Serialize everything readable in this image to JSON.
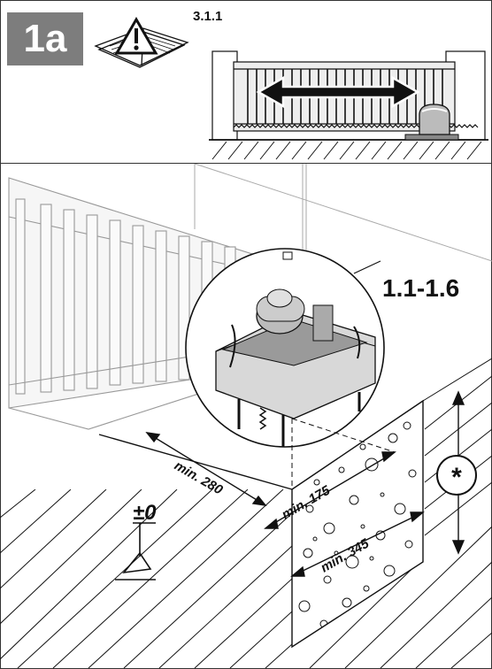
{
  "step": {
    "label": "1a"
  },
  "warning_ref": "3.1.1",
  "detail_ref": "1.1-1.6",
  "dimensions": {
    "min_280": "min. 280",
    "min_175": "min. 175",
    "min_345": "min. 345"
  },
  "depth_marker": "*",
  "ground_level": "±0",
  "icons": [
    "manual-warning-icon",
    "sliding-gate-icon",
    "gate-motor-icon",
    "bidirectional-arrow-icon"
  ],
  "colors": {
    "badge": "#7d7d7d",
    "line": "#111111",
    "gate_fill": "#e9e9e9",
    "motor_fill": "#b4b4b4"
  }
}
